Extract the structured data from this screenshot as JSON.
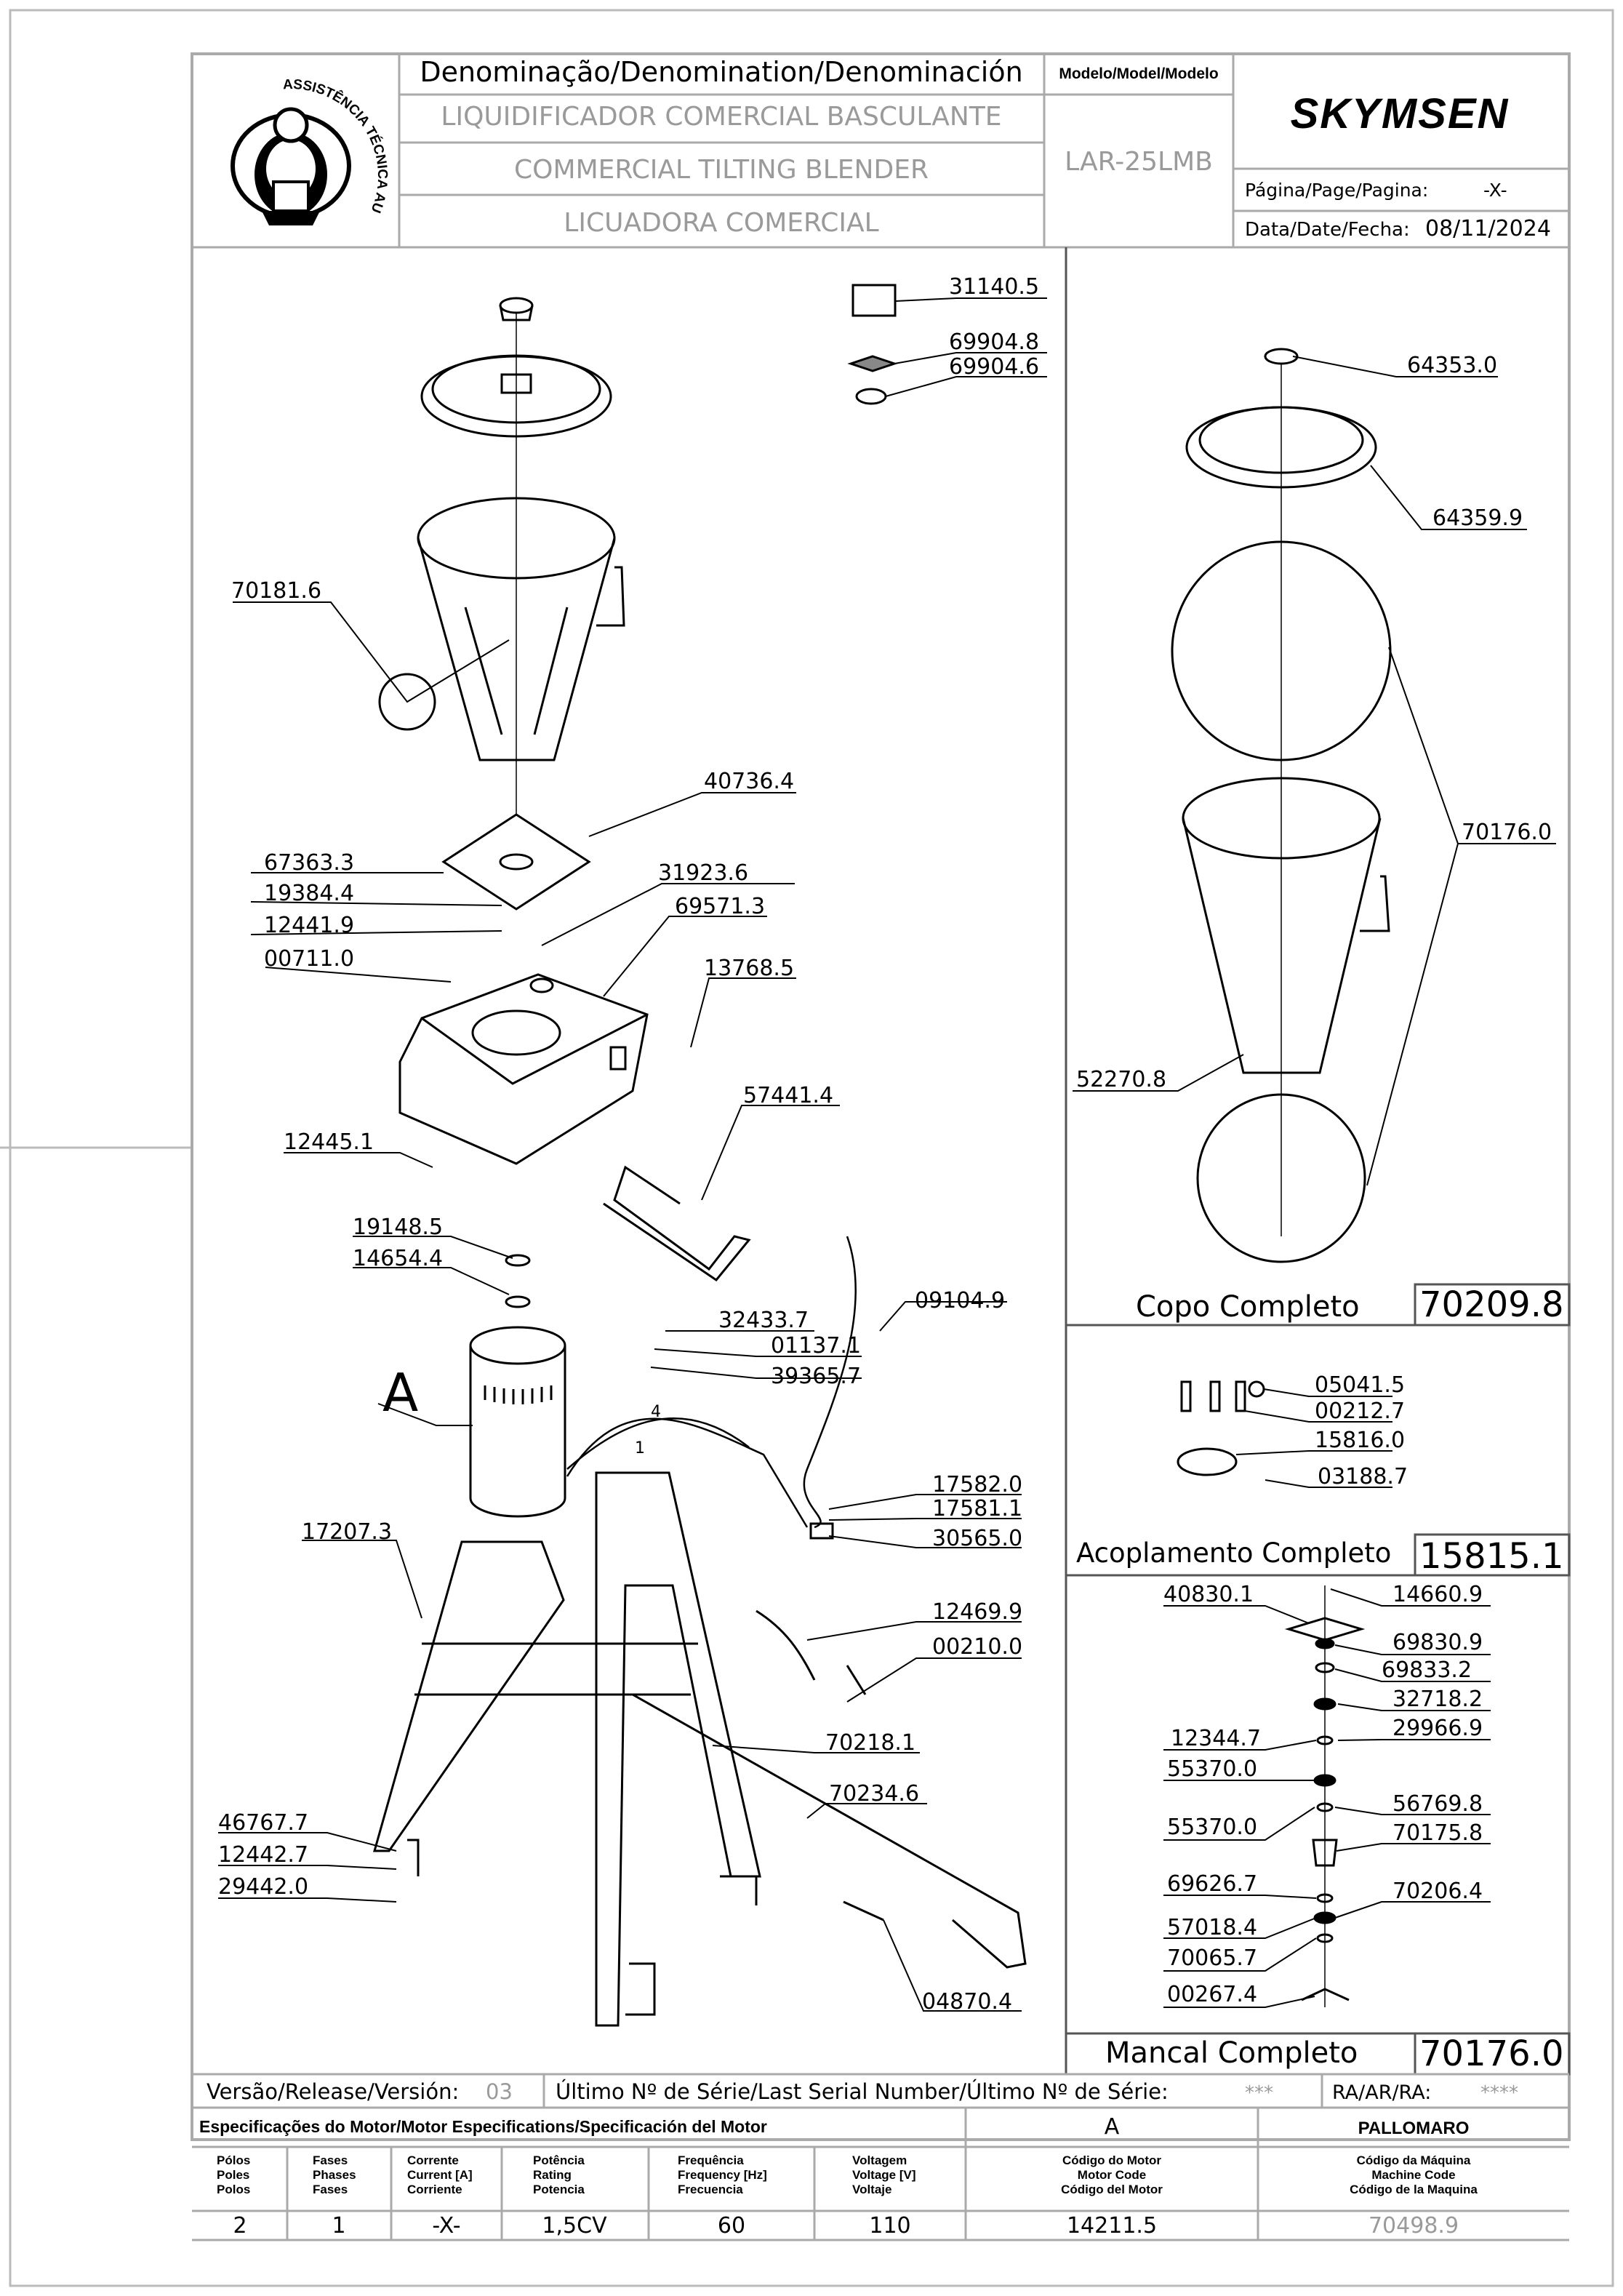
{
  "header": {
    "logo_text": "ASSISTÊNCIA TÉCNICA AUTORIZADA",
    "denomination_label": "Denominação/Denomination/Denominación",
    "model_label": "Modelo/Model/Modelo",
    "name_pt": "LIQUIDIFICADOR COMERCIAL BASCULANTE",
    "name_en": "COMMERCIAL TILTING BLENDER",
    "name_es": "LICUADORA COMERCIAL",
    "model": "LAR-25LMB",
    "brand": "SKYMSEN",
    "page_label": "Página/Page/Pagina:",
    "page_value": "-X-",
    "date_label": "Data/Date/Fecha:",
    "date_value": "08/11/2024"
  },
  "parts_main": [
    {
      "id": "p31140-5",
      "code": "31140.5"
    },
    {
      "id": "p69904-8",
      "code": "69904.8"
    },
    {
      "id": "p69904-6",
      "code": "69904.6"
    },
    {
      "id": "p70181-6",
      "code": "70181.6"
    },
    {
      "id": "p40736-4",
      "code": "40736.4"
    },
    {
      "id": "p67363-3",
      "code": "67363.3"
    },
    {
      "id": "p19384-4",
      "code": "19384.4"
    },
    {
      "id": "p12441-9",
      "code": "12441.9"
    },
    {
      "id": "p00711-0",
      "code": "00711.0"
    },
    {
      "id": "p31923-6",
      "code": "31923.6"
    },
    {
      "id": "p69571-3",
      "code": "69571.3"
    },
    {
      "id": "p13768-5",
      "code": "13768.5"
    },
    {
      "id": "p12445-1",
      "code": "12445.1"
    },
    {
      "id": "p57441-4",
      "code": "57441.4"
    },
    {
      "id": "p19148-5",
      "code": "19148.5"
    },
    {
      "id": "p14654-4",
      "code": "14654.4"
    },
    {
      "id": "p09104-9",
      "code": "09104.9"
    },
    {
      "id": "p32433-7",
      "code": "32433.7"
    },
    {
      "id": "p01137-1",
      "code": "01137.1"
    },
    {
      "id": "p39365-7",
      "code": "39365.7"
    },
    {
      "id": "p17582-0",
      "code": "17582.0"
    },
    {
      "id": "p17581-1",
      "code": "17581.1"
    },
    {
      "id": "p30565-0",
      "code": "30565.0"
    },
    {
      "id": "p17207-3",
      "code": "17207.3"
    },
    {
      "id": "p12469-9",
      "code": "12469.9"
    },
    {
      "id": "p00210-0",
      "code": "00210.0"
    },
    {
      "id": "p70218-1",
      "code": "70218.1"
    },
    {
      "id": "p70234-6",
      "code": "70234.6"
    },
    {
      "id": "p46767-7",
      "code": "46767.7"
    },
    {
      "id": "p12442-7",
      "code": "12442.7"
    },
    {
      "id": "p29442-0",
      "code": "29442.0"
    },
    {
      "id": "p04870-4",
      "code": "04870.4"
    }
  ],
  "motor_letter": "A",
  "wire_labels": [
    "4",
    "1"
  ],
  "copo": {
    "parts": [
      "64353.0",
      "64359.9",
      "70176.0",
      "52270.8"
    ],
    "title": "Copo Completo",
    "code": "70209.8"
  },
  "acoplamento": {
    "parts": [
      "05041.5",
      "00212.7",
      "15816.0",
      "03188.7"
    ],
    "title": "Acoplamento Completo",
    "code": "15815.1"
  },
  "mancal": {
    "parts": [
      "40830.1",
      "14660.9",
      "69830.9",
      "69833.2",
      "32718.2",
      "12344.7",
      "29966.9",
      "55370.0",
      "56769.8",
      "55370.0",
      "70175.8",
      "69626.7",
      "70206.4",
      "57018.4",
      "70065.7",
      "00267.4"
    ],
    "title": "Mancal Completo",
    "code": "70176.0"
  },
  "release": {
    "version_label": "Versão/Release/Versión:",
    "version_value": "03",
    "serial_label": "Último Nº de Série/Last Serial Number/Último Nº de Série:",
    "serial_value": "***",
    "ra_label": "RA/AR/RA:",
    "ra_value": "****"
  },
  "motor_spec": {
    "title": "Especificações do Motor/Motor Especifications/Specificación del Motor",
    "motor_letter": "A",
    "brand": "PALLOMARO",
    "headers": [
      [
        "Pólos",
        "Poles",
        "Polos"
      ],
      [
        "Fases",
        "Phases",
        "Fases"
      ],
      [
        "Corrente",
        "Current [A]",
        "Corriente"
      ],
      [
        "Potência",
        "Rating",
        "Potencia"
      ],
      [
        "Frequência",
        "Frequency [Hz]",
        "Frecuencia"
      ],
      [
        "Voltagem",
        "Voltage [V]",
        "Voltaje"
      ],
      [
        "Código do Motor",
        "Motor Code",
        "Código del Motor"
      ],
      [
        "Código da Máquina",
        "Machine Code",
        "Código de la Maquina"
      ]
    ],
    "values": [
      "2",
      "1",
      "-X-",
      "1,5CV",
      "60",
      "110",
      "14211.5",
      "70498.9"
    ]
  }
}
